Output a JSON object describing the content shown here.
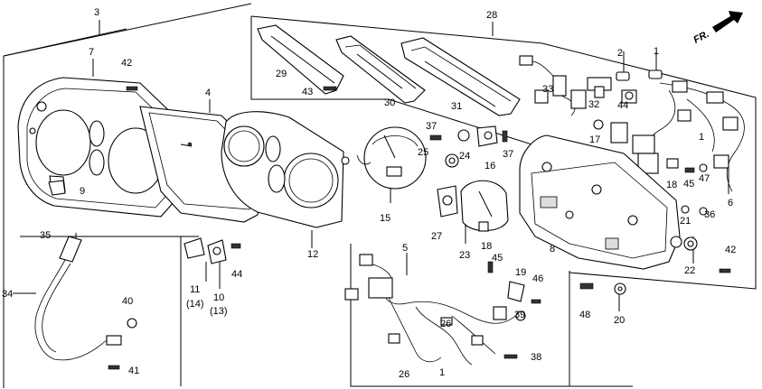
{
  "orientation": {
    "label": "FR.",
    "icon": "forward-arrow-icon"
  },
  "callouts": [
    {
      "key": "p3",
      "text": "3"
    },
    {
      "key": "p7",
      "text": "7"
    },
    {
      "key": "p42a",
      "text": "42"
    },
    {
      "key": "p4",
      "text": "4"
    },
    {
      "key": "p9",
      "text": "9"
    },
    {
      "key": "p12",
      "text": "12"
    },
    {
      "key": "p28",
      "text": "28"
    },
    {
      "key": "p29",
      "text": "29"
    },
    {
      "key": "p43",
      "text": "43"
    },
    {
      "key": "p30",
      "text": "30"
    },
    {
      "key": "p31",
      "text": "31"
    },
    {
      "key": "p33",
      "text": "33"
    },
    {
      "key": "p2",
      "text": "2"
    },
    {
      "key": "p1a",
      "text": "1"
    },
    {
      "key": "p32",
      "text": "32"
    },
    {
      "key": "p44a",
      "text": "44"
    },
    {
      "key": "p37a",
      "text": "37"
    },
    {
      "key": "p25",
      "text": "25"
    },
    {
      "key": "p24",
      "text": "24"
    },
    {
      "key": "p16",
      "text": "16"
    },
    {
      "key": "p37b",
      "text": "37"
    },
    {
      "key": "p17",
      "text": "17"
    },
    {
      "key": "p1b",
      "text": "1"
    },
    {
      "key": "p6",
      "text": "6"
    },
    {
      "key": "p15",
      "text": "15"
    },
    {
      "key": "p27",
      "text": "27"
    },
    {
      "key": "p23",
      "text": "23"
    },
    {
      "key": "p18a",
      "text": "18"
    },
    {
      "key": "p8",
      "text": "8"
    },
    {
      "key": "p18b",
      "text": "18"
    },
    {
      "key": "p45a",
      "text": "45"
    },
    {
      "key": "p47",
      "text": "47"
    },
    {
      "key": "p21",
      "text": "21"
    },
    {
      "key": "p36",
      "text": "36"
    },
    {
      "key": "p22",
      "text": "22"
    },
    {
      "key": "p42b",
      "text": "42"
    },
    {
      "key": "p5",
      "text": "5"
    },
    {
      "key": "p45b",
      "text": "45"
    },
    {
      "key": "p19",
      "text": "19"
    },
    {
      "key": "p46",
      "text": "46"
    },
    {
      "key": "p48",
      "text": "48"
    },
    {
      "key": "p20",
      "text": "20"
    },
    {
      "key": "p39",
      "text": "39"
    },
    {
      "key": "p26a",
      "text": "26"
    },
    {
      "key": "p38",
      "text": "38"
    },
    {
      "key": "p26b",
      "text": "26"
    },
    {
      "key": "p1c",
      "text": "1"
    },
    {
      "key": "p35",
      "text": "35"
    },
    {
      "key": "p34",
      "text": "34"
    },
    {
      "key": "p40",
      "text": "40"
    },
    {
      "key": "p41",
      "text": "41"
    },
    {
      "key": "p11",
      "text": "11"
    },
    {
      "key": "p14",
      "text": "(14)"
    },
    {
      "key": "p10",
      "text": "10"
    },
    {
      "key": "p13",
      "text": "(13)"
    },
    {
      "key": "p44b",
      "text": "44"
    }
  ]
}
